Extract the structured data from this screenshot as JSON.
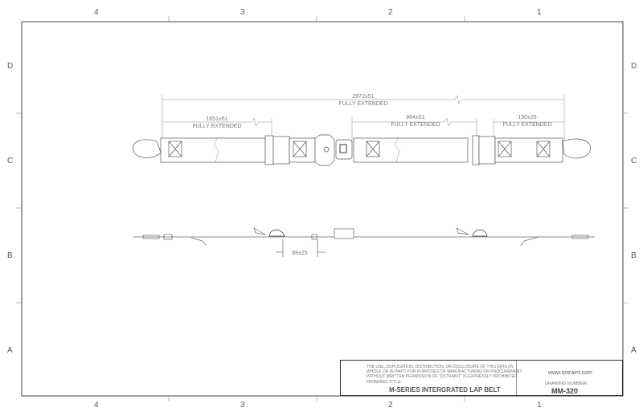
{
  "zones": {
    "columns": [
      "4",
      "3",
      "2",
      "1"
    ],
    "rows": [
      "D",
      "C",
      "B",
      "A"
    ]
  },
  "dimensions": {
    "overall": {
      "value": "2972±51",
      "note": "FULLY EXTENDED"
    },
    "left": {
      "value": "1651±51",
      "note": "FULLY EXTENDED"
    },
    "buckle": {
      "value": "864±51",
      "note": "FULLY EXTENDED"
    },
    "right": {
      "value": "190±25",
      "note": "FULLY EXTENDED"
    },
    "side": {
      "value": "89±25"
    }
  },
  "title_block": {
    "disclaimer": "THE USE, DUPLICATION, DISTRIBUTION, OR DISCLOSURE OF THIS DATA (IN WHOLE OR IN PART) FOR PURPOSES OF MANUFACTURING OR PROCUREMENT WITHOUT WRITTEN PERMISSION OF \"QSTRAINT\" IS EXPRESSLY PROHIBITED.",
    "drawing_title_label": "DRAWING TITLE:",
    "drawing_title": "M-SERIES INTERGRATED LAP BELT",
    "website": "www.qstraint.com",
    "drawing_number_label": "DRAWING NUMBER:",
    "drawing_number": "MM-320"
  }
}
